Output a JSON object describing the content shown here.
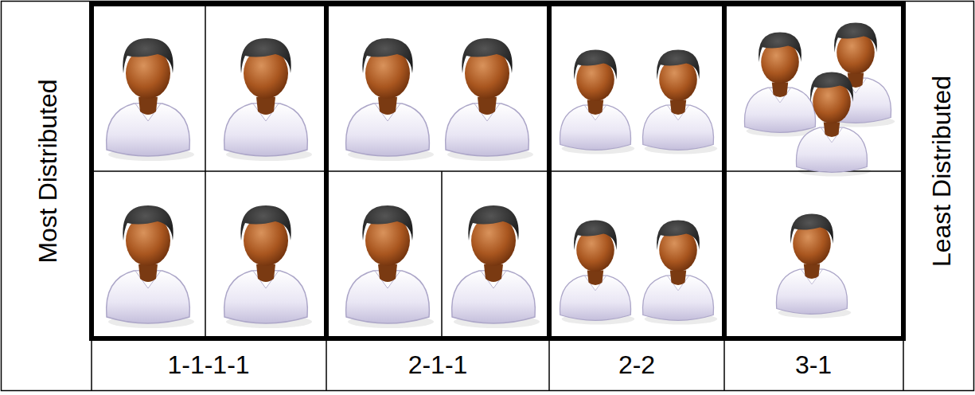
{
  "diagram": {
    "labels": [
      "Most Distributed",
      "Least Distributed",
      "1-1-1-1",
      "2-1-1",
      "2-2",
      "3-1"
    ]
  }
}
